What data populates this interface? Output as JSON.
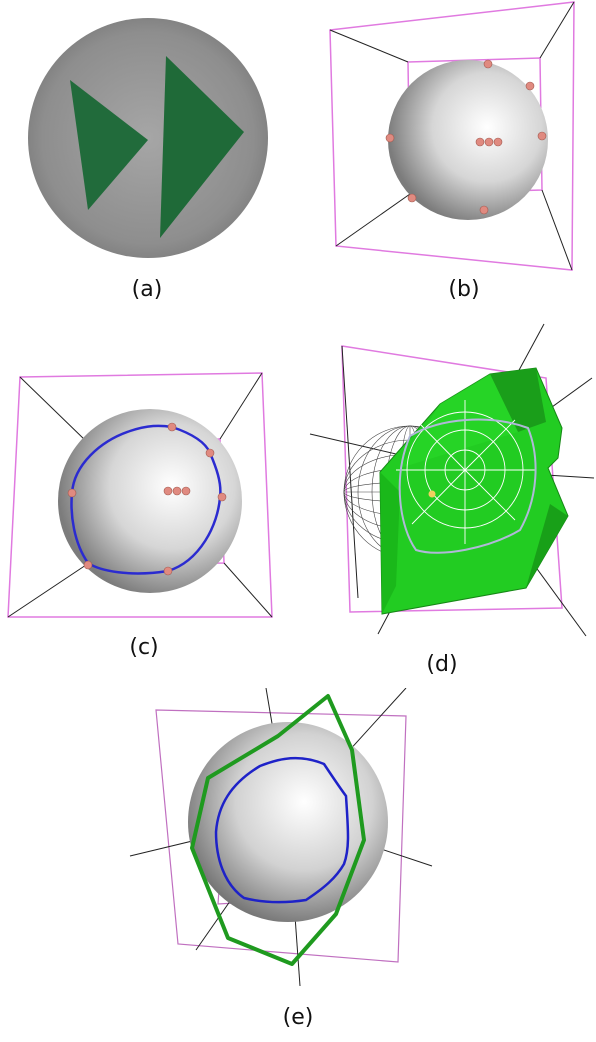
{
  "figure": {
    "panels": [
      {
        "id": "a",
        "caption": "(a)"
      },
      {
        "id": "b",
        "caption": "(b)"
      },
      {
        "id": "c",
        "caption": "(c)"
      },
      {
        "id": "d",
        "caption": "(d)"
      },
      {
        "id": "e",
        "caption": "(e)"
      }
    ],
    "colors": {
      "sphere_gray": "#9a9a9a",
      "sphere_light": "#f4f4f4",
      "triangle_green": "#1f6b3a",
      "frame_magenta": "#e07ae0",
      "ray_black": "#222222",
      "control_point": "#e08a80",
      "curve_blue": "#2b2bd0",
      "patch_green": "#22cc22",
      "polygon_green": "#1f9a1f"
    }
  }
}
